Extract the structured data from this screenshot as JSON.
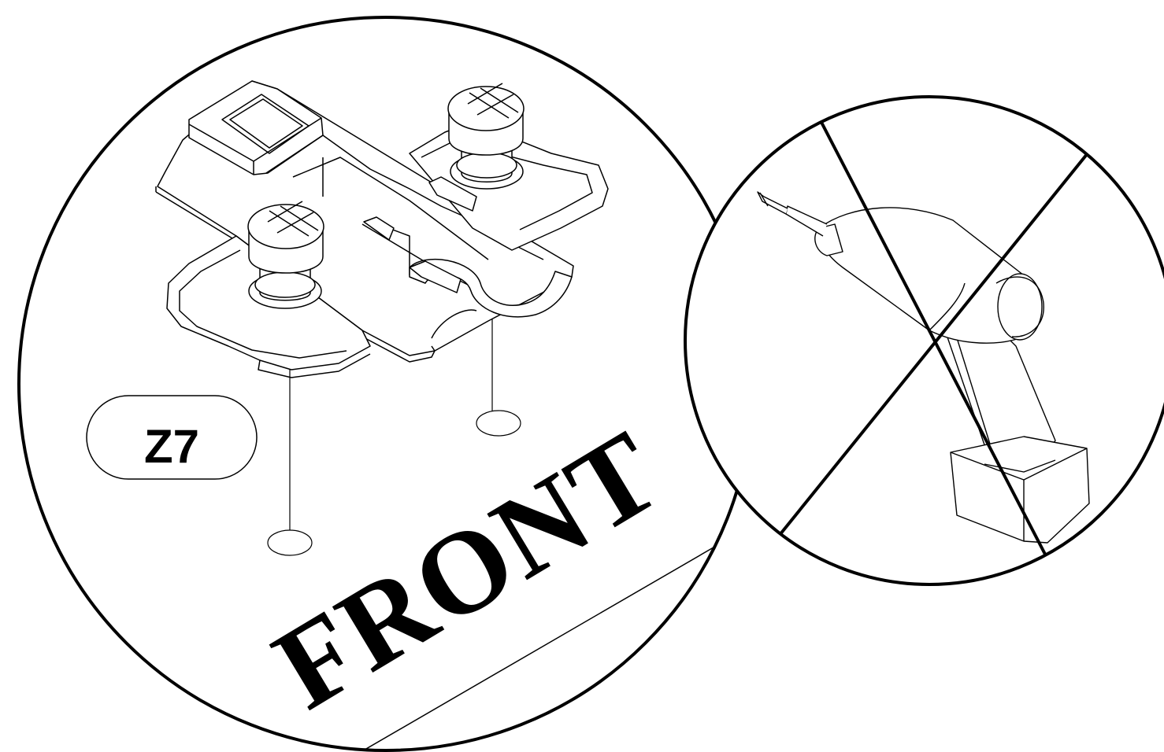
{
  "detail_view": {
    "part_label": "Z7",
    "front_label": "FRONT"
  },
  "tool_warning": {
    "tool": "cordless-drill",
    "prohibited": true
  },
  "colors": {
    "line": "#000000",
    "background": "#ffffff"
  }
}
